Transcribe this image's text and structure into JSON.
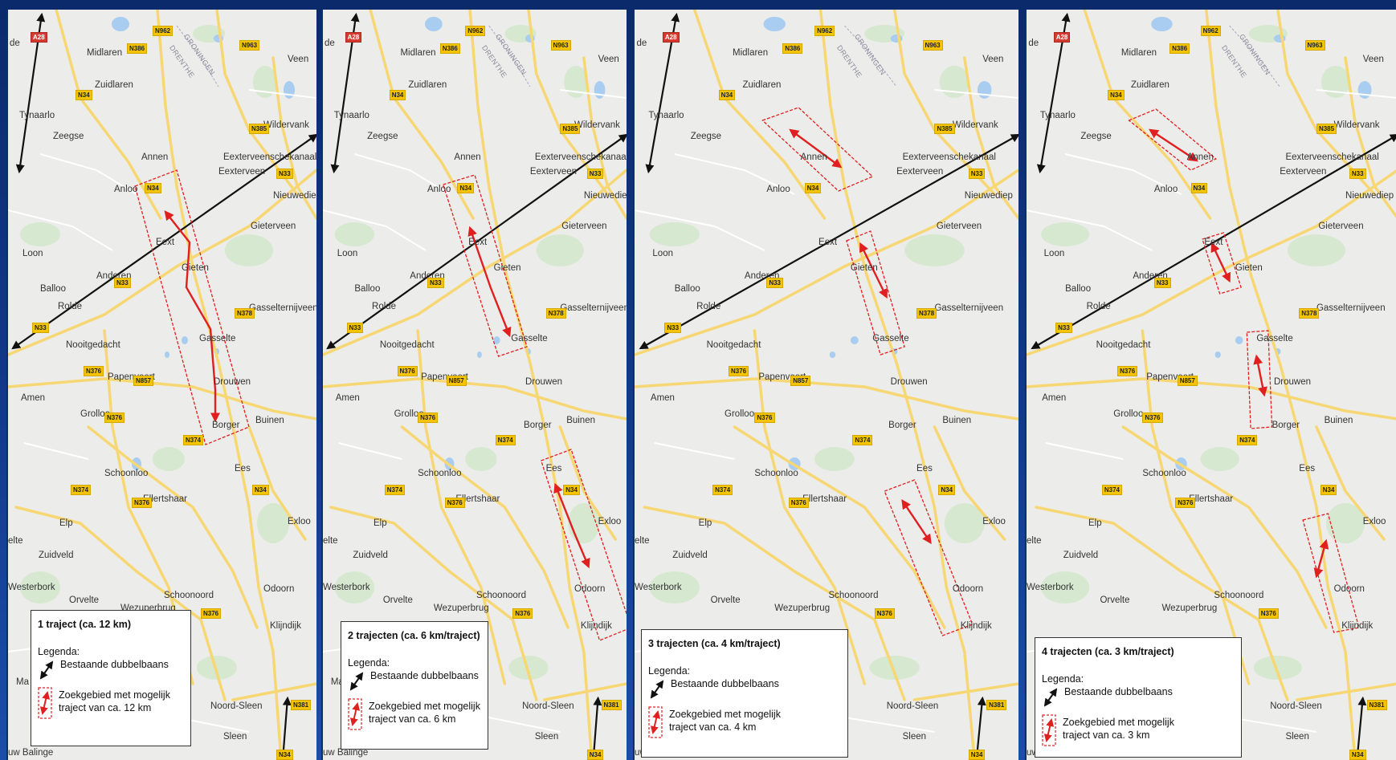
{
  "panels": [
    {
      "legend_title": "1 traject (ca. 12 km)",
      "legend_label": "Legenda:",
      "legend_existing": "Bestaande dubbelbaans",
      "legend_search_1": "Zoekgebied met mogelijk",
      "legend_search_2": "traject van ca. 12 km"
    },
    {
      "legend_title": "2 trajecten (ca. 6 km/traject)",
      "legend_label": "Legenda:",
      "legend_existing": "Bestaande dubbelbaans",
      "legend_search_1": "Zoekgebied met mogelijk",
      "legend_search_2": "traject van ca. 6 km"
    },
    {
      "legend_title": "3 trajecten (ca. 4 km/traject)",
      "legend_label": "Legenda:",
      "legend_existing": "Bestaande dubbelbaans",
      "legend_search_1": "Zoekgebied met mogelijk",
      "legend_search_2": "traject van ca. 4 km"
    },
    {
      "legend_title": "4 trajecten (ca. 3 km/traject)",
      "legend_label": "Legenda:",
      "legend_existing": "Bestaande dubbelbaans",
      "legend_search_1": "Zoekgebied met mogelijk",
      "legend_search_2": "traject van ca. 3 km"
    }
  ],
  "places": {
    "midlaren": "Midlaren",
    "zuidlaren": "Zuidlaren",
    "veen": "Veen",
    "tynaarlo": "Tynaarlo",
    "zeegse": "Zeegse",
    "wildervank": "Wildervank",
    "annen": "Annen",
    "exterveenschekanaal": "Eexterveenschekanaal",
    "eexterveen": "Eexterveen",
    "anloo": "Anloo",
    "nieuwediep": "Nieuwediep",
    "gieterveen": "Gieterveen",
    "eext": "Eext",
    "loon": "Loon",
    "gieten": "Gieten",
    "anderen": "Anderen",
    "balloo": "Balloo",
    "rolde": "Rolde",
    "gasselternijveen": "Gasselternijveen",
    "nooitgedacht": "Nooitgedacht",
    "gasselte": "Gasselte",
    "papenvoort": "Papenvoort",
    "drouwen": "Drouwen",
    "amen": "Amen",
    "grolloo": "Grolloo",
    "borger": "Borger",
    "buinen": "Buinen",
    "schoonloo": "Schoonloo",
    "ees": "Ees",
    "ellertshaar": "Ellertshaar",
    "elp": "Elp",
    "exloo": "Exloo",
    "zuidveld": "Zuidveld",
    "westerbork": "Westerbork",
    "orvelte": "Orvelte",
    "schoonoord": "Schoonoord",
    "odoorn": "Odoorn",
    "wezuperbrug": "Wezuperbrug",
    "klijndijk": "Klijndijk",
    "noordsleen": "Noord-Sleen",
    "sleen": "Sleen",
    "balinge": "uw Balinge",
    "elte": "elte",
    "de": "de",
    "ma": "Ma",
    "groningen": "GRONINGEN",
    "drenthe": "DRENTHE"
  },
  "roads": {
    "n962": "N962",
    "n386": "N386",
    "n963": "N963",
    "n34": "N34",
    "n385": "N385",
    "n33": "N33",
    "n378": "N378",
    "n376": "N376",
    "n857": "N857",
    "n374": "N374",
    "n381": "N381",
    "a28": "A28"
  },
  "colors": {
    "background": "#0b2d73",
    "map": "#ececea",
    "search_area": "#e02020",
    "existing_road": "#111111",
    "water": "#a8cdf0",
    "road": "#f7d774"
  }
}
